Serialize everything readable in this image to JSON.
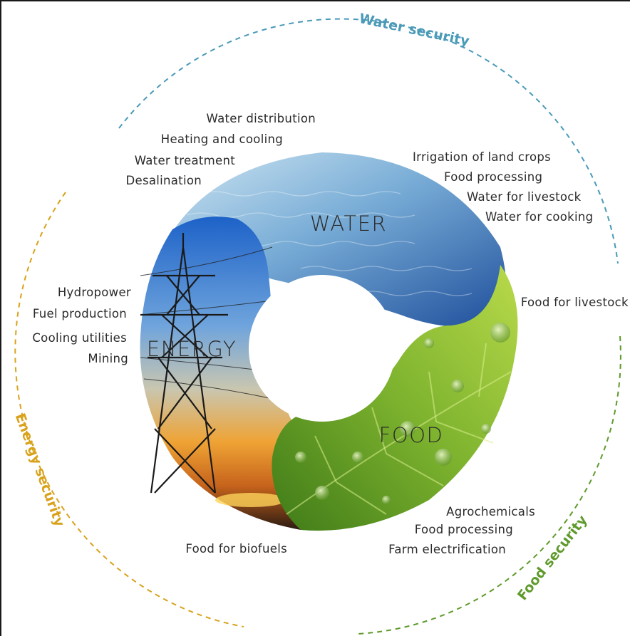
{
  "security": {
    "water": "Water security",
    "energy": "Energy security",
    "food": "Food security"
  },
  "core": {
    "water": "WATER",
    "energy": "ENERGY",
    "food": "FOOD"
  },
  "water_energy_links": [
    "Water distribution",
    "Heating and cooling",
    "Water treatment",
    "Desalination"
  ],
  "water_food_links": [
    "Irrigation of land crops",
    "Food processing",
    "Water for livestock",
    "Water for cooking"
  ],
  "food_water_link": "Food for livestock",
  "energy_water_links": [
    "Hydropower",
    "Fuel production",
    "Cooling utilities",
    "Mining"
  ],
  "energy_food_link": "Food for biofuels",
  "food_energy_links": [
    "Agrochemicals",
    "Food processing",
    "Farm electrification"
  ],
  "colors": {
    "water": "#4a9ab8",
    "energy": "#d9a21b",
    "food": "#5f9a2c"
  }
}
